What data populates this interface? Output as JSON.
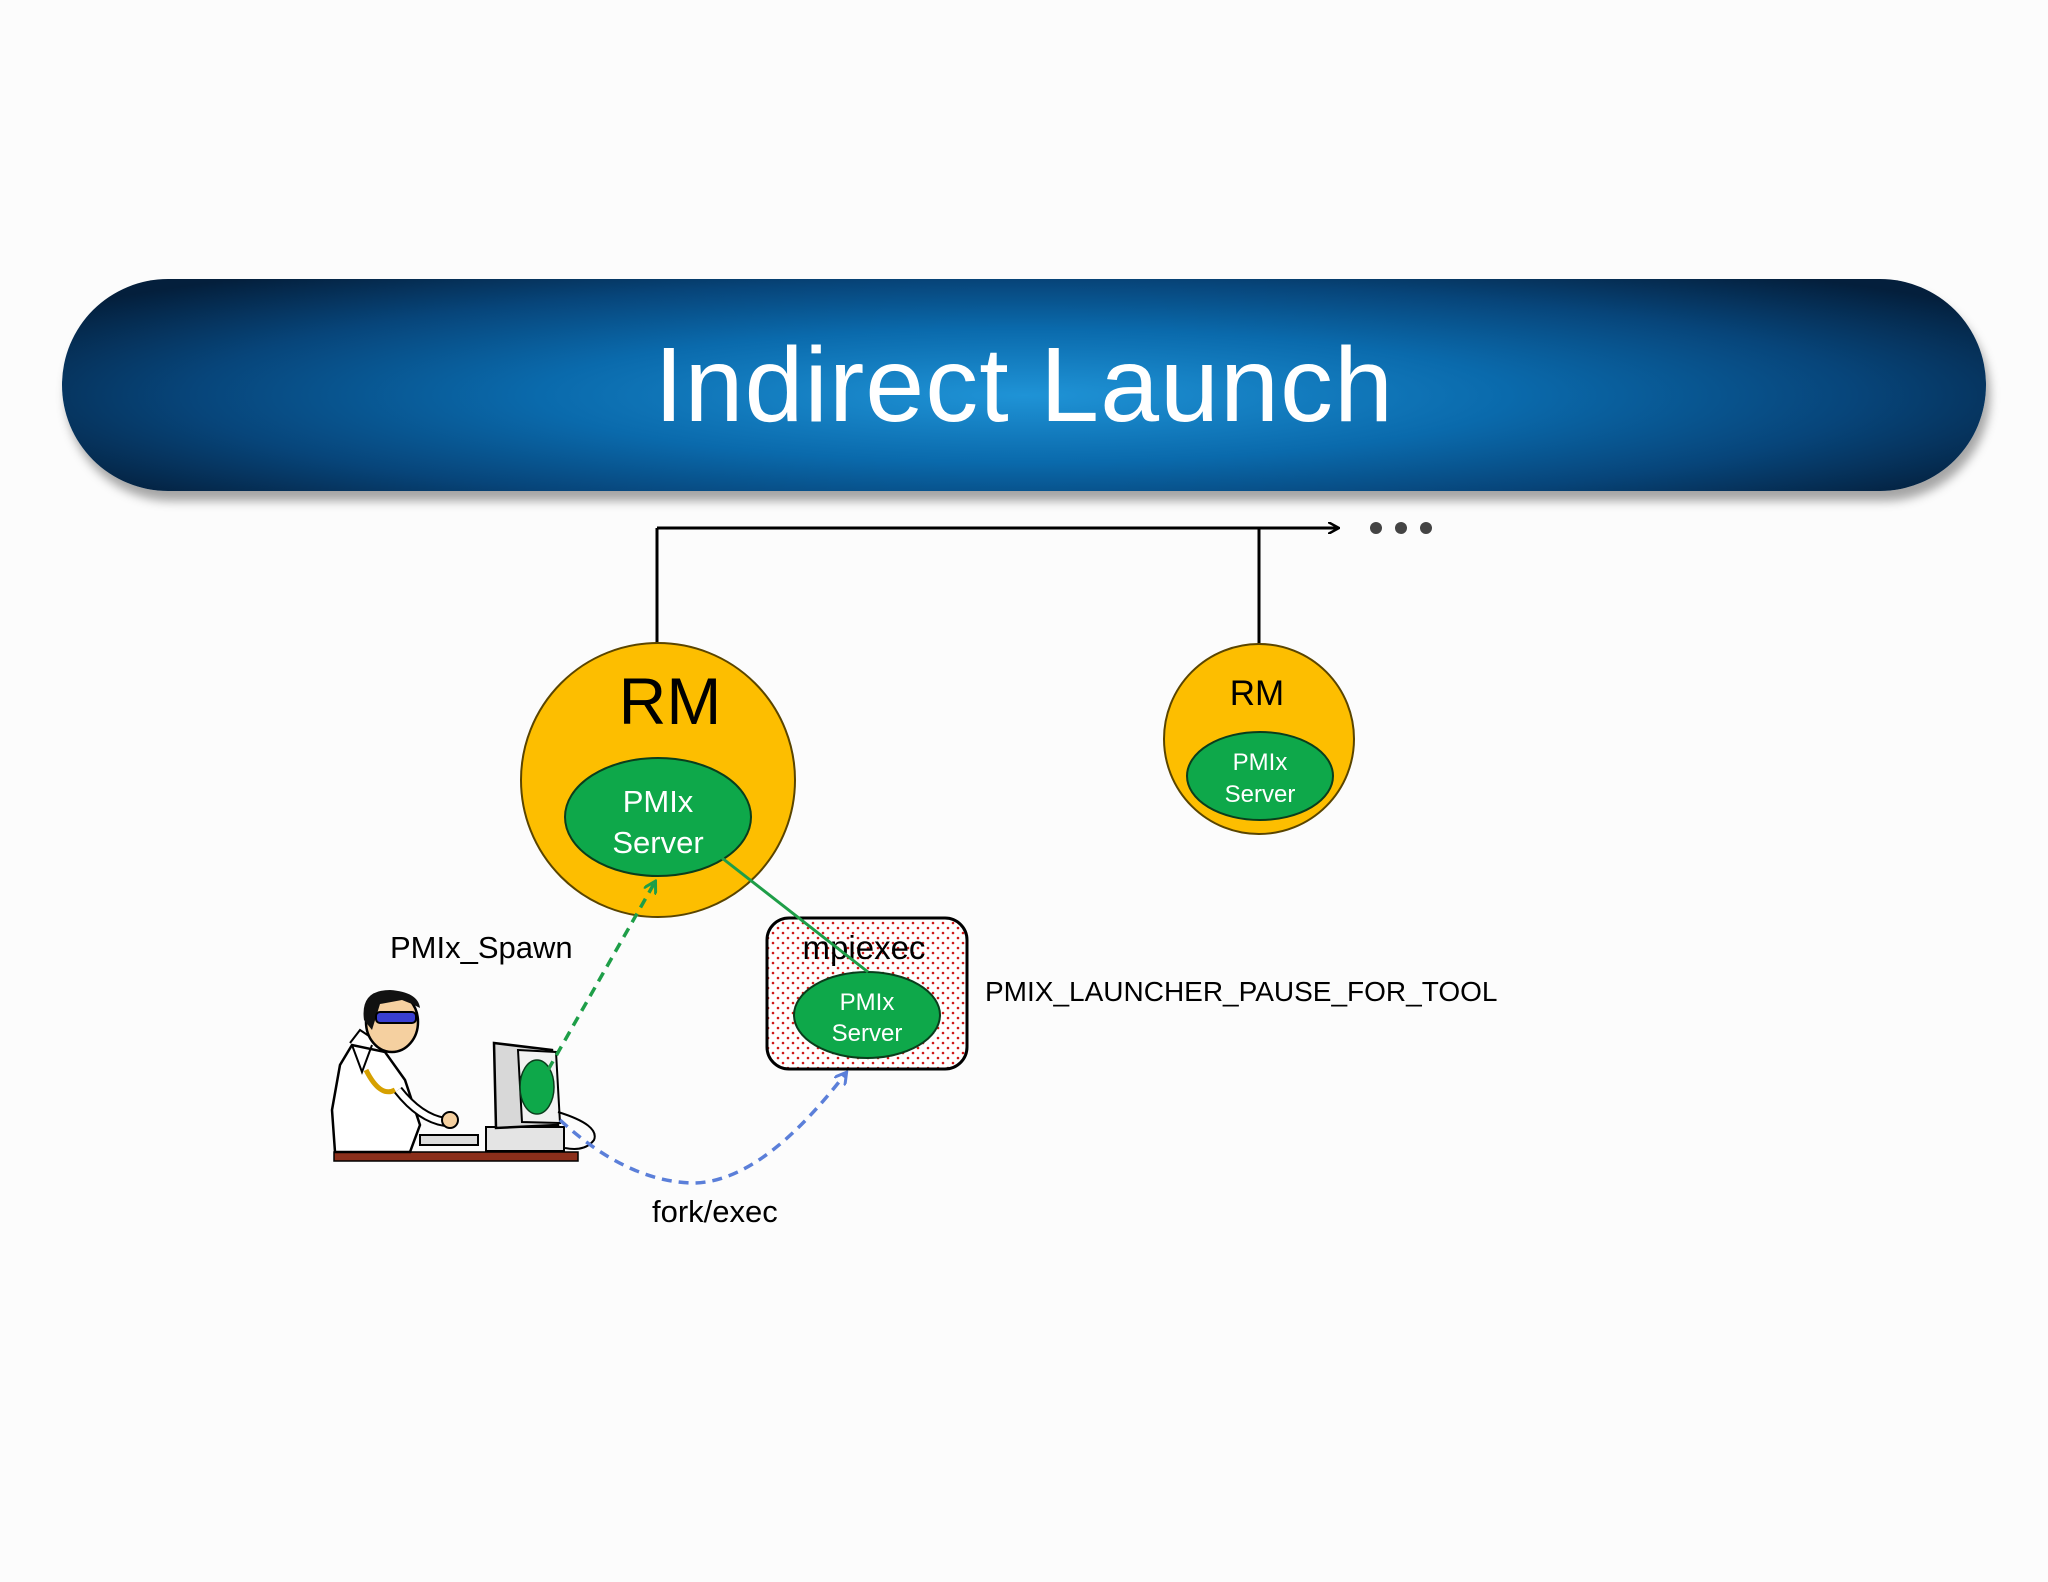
{
  "slide": {
    "title": "Indirect Launch"
  },
  "nodes": {
    "rm_main": {
      "label": "RM",
      "server_line1": "PMIx",
      "server_line2": "Server"
    },
    "rm_remote": {
      "label": "RM",
      "server_line1": "PMIx",
      "server_line2": "Server"
    },
    "mpiexec": {
      "label": "mpiexec",
      "server_line1": "PMIx",
      "server_line2": "Server"
    },
    "continuation": "..."
  },
  "edges": {
    "spawn_label": "PMIx_Spawn",
    "fork_label": "fork/exec",
    "pause_label": "PMIX_LAUNCHER_PAUSE_FOR_TOOL"
  },
  "colors": {
    "rm_fill": "#fdbe00",
    "server_fill": "#0ea84a",
    "spawn_arrow": "#1e9e48",
    "fork_arrow": "#5b7fd9",
    "dots": "#d01818",
    "title_bg": "#0a6aac"
  },
  "icons": {
    "user": "user-at-computer-icon"
  }
}
